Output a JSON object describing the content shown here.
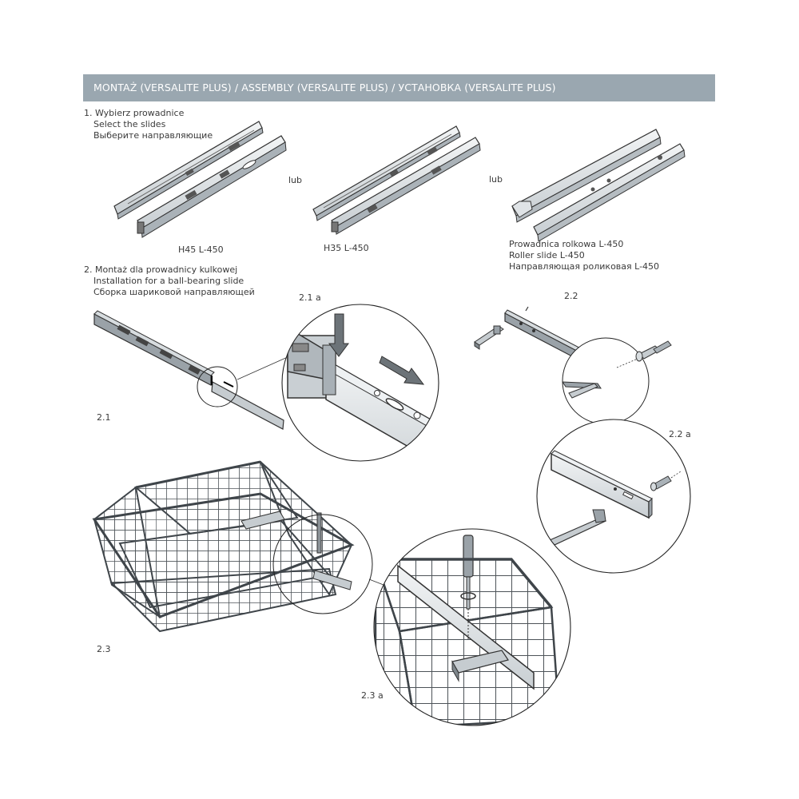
{
  "header": {
    "title": "MONTAŻ (VERSALITE PLUS) / ASSEMBLY (VERSALITE PLUS) / УСТАНОВКА (VERSALITE PLUS)"
  },
  "step1": {
    "lines": [
      "1. Wybierz prowadnice",
      "Select the slides",
      "Выберите направляющие"
    ]
  },
  "options": {
    "or_1": "lub",
    "or_2": "lub",
    "slide_h45": "H45 L-450",
    "slide_h35": "H35 L-450",
    "roller_lines": [
      "Prowadnica rolkowa L-450",
      "Roller slide L-450",
      "Направляющая роликовая L-450"
    ]
  },
  "step2": {
    "lines": [
      "2. Montaż dla prowadnicy kulkowej",
      "Installation for a ball-bearing slide",
      "Сборка шариковой направляющей"
    ]
  },
  "figures": {
    "f2_1": "2.1",
    "f2_1a": "2.1 a",
    "f2_2": "2.2",
    "f2_2a": "2.2 a",
    "f2_3": "2.3",
    "f2_3a": "2.3 a"
  }
}
